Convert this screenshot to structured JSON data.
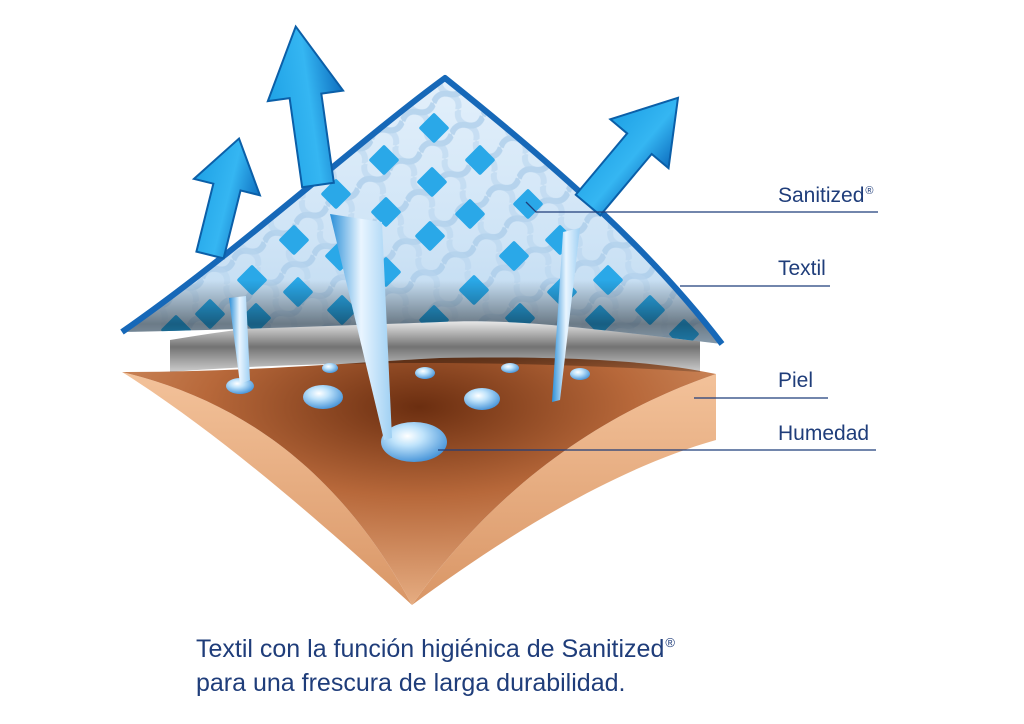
{
  "labels": {
    "sanitized": "Sanitized",
    "sanitized_mark": "®",
    "textil": "Textil",
    "piel": "Piel",
    "humedad": "Humedad"
  },
  "caption": {
    "line1": "Textil con la función higiénica de Sanitized",
    "line1_mark": "®",
    "line2": "para una frescura de larga durabilidad."
  },
  "colors": {
    "text": "#1f3d7a",
    "arrow": "#1f9ee0",
    "arrow_dark": "#0b5fa8",
    "fabric_edge": "#1668b8",
    "diamond": "#2aa8e8",
    "skin_top": "#b5693a",
    "skin_side": "#e9b088",
    "droplet": "#6fb8f0"
  }
}
